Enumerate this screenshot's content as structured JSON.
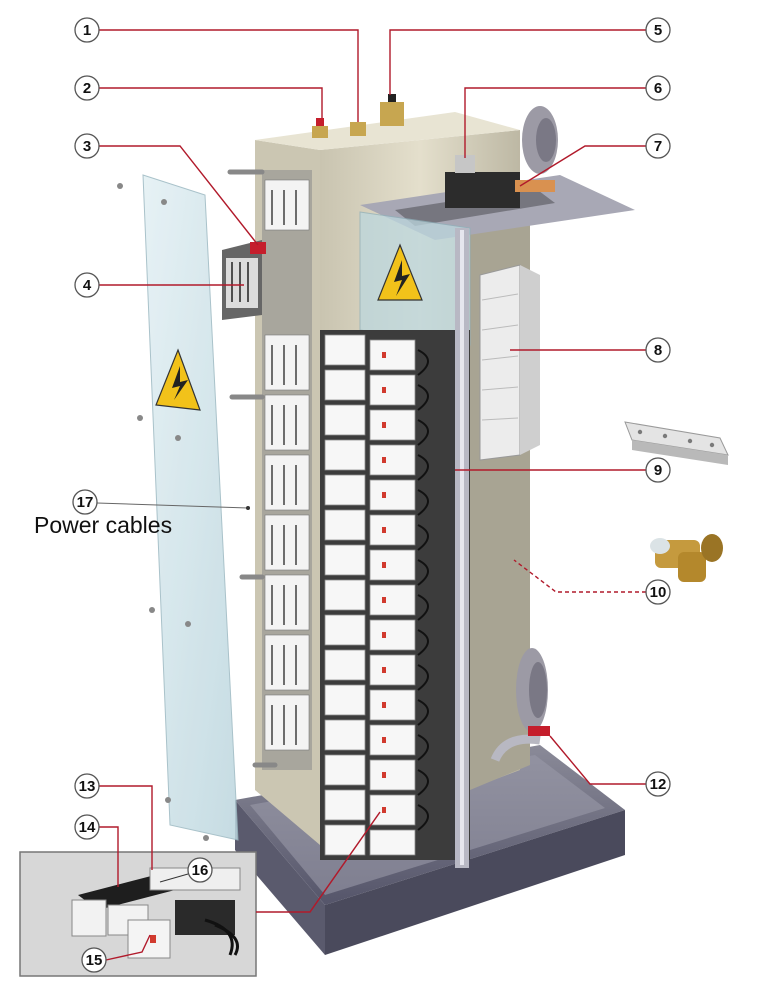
{
  "diagram": {
    "side_label": "Power cables",
    "callouts": [
      {
        "id": "1",
        "label": "1"
      },
      {
        "id": "2",
        "label": "2"
      },
      {
        "id": "3",
        "label": "3"
      },
      {
        "id": "4",
        "label": "4"
      },
      {
        "id": "5",
        "label": "5"
      },
      {
        "id": "6",
        "label": "6"
      },
      {
        "id": "7",
        "label": "7"
      },
      {
        "id": "8",
        "label": "8"
      },
      {
        "id": "9",
        "label": "9"
      },
      {
        "id": "10",
        "label": "10"
      },
      {
        "id": "12",
        "label": "12"
      },
      {
        "id": "13",
        "label": "13"
      },
      {
        "id": "14",
        "label": "14"
      },
      {
        "id": "15",
        "label": "15"
      },
      {
        "id": "16",
        "label": "16"
      },
      {
        "id": "17",
        "label": "17"
      }
    ],
    "colors": {
      "leader": "#b11a2b",
      "leader_gray": "#666666",
      "cabinet": "#ded9c6",
      "base": "#6b6b7c",
      "panel": "#cfe3ea",
      "warning": "#f2c21a",
      "inset_bg": "#d7d7d7"
    },
    "icons": [
      "high-voltage-warning-icon",
      "high-voltage-warning-icon"
    ]
  }
}
